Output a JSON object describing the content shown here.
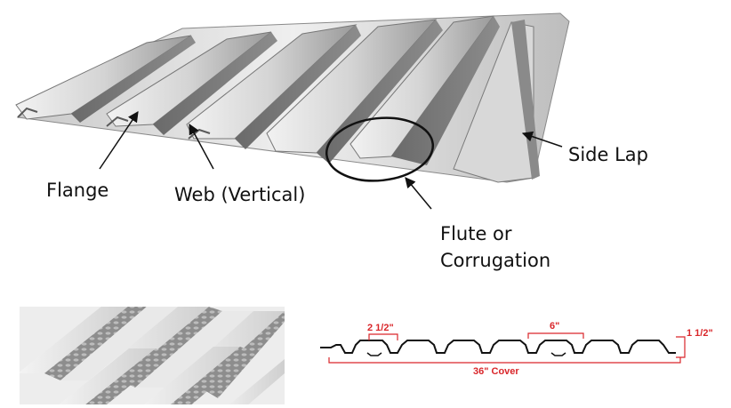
{
  "labels": {
    "flange": "Flange",
    "web": "Web (Vertical)",
    "flute_line1": "Flute or",
    "flute_line2": "Corrugation",
    "side_lap": "Side Lap"
  },
  "dimensions": {
    "rib_width": "2 1/2\"",
    "pitch": "6\"",
    "depth": "1 1/2\"",
    "cover": "36\" Cover"
  },
  "colors": {
    "steel_light": "#e6e6e6",
    "steel_mid": "#b4b4b4",
    "steel_dark": "#6e6e6e",
    "dimension_red": "#d9262a",
    "text": "#111111"
  }
}
